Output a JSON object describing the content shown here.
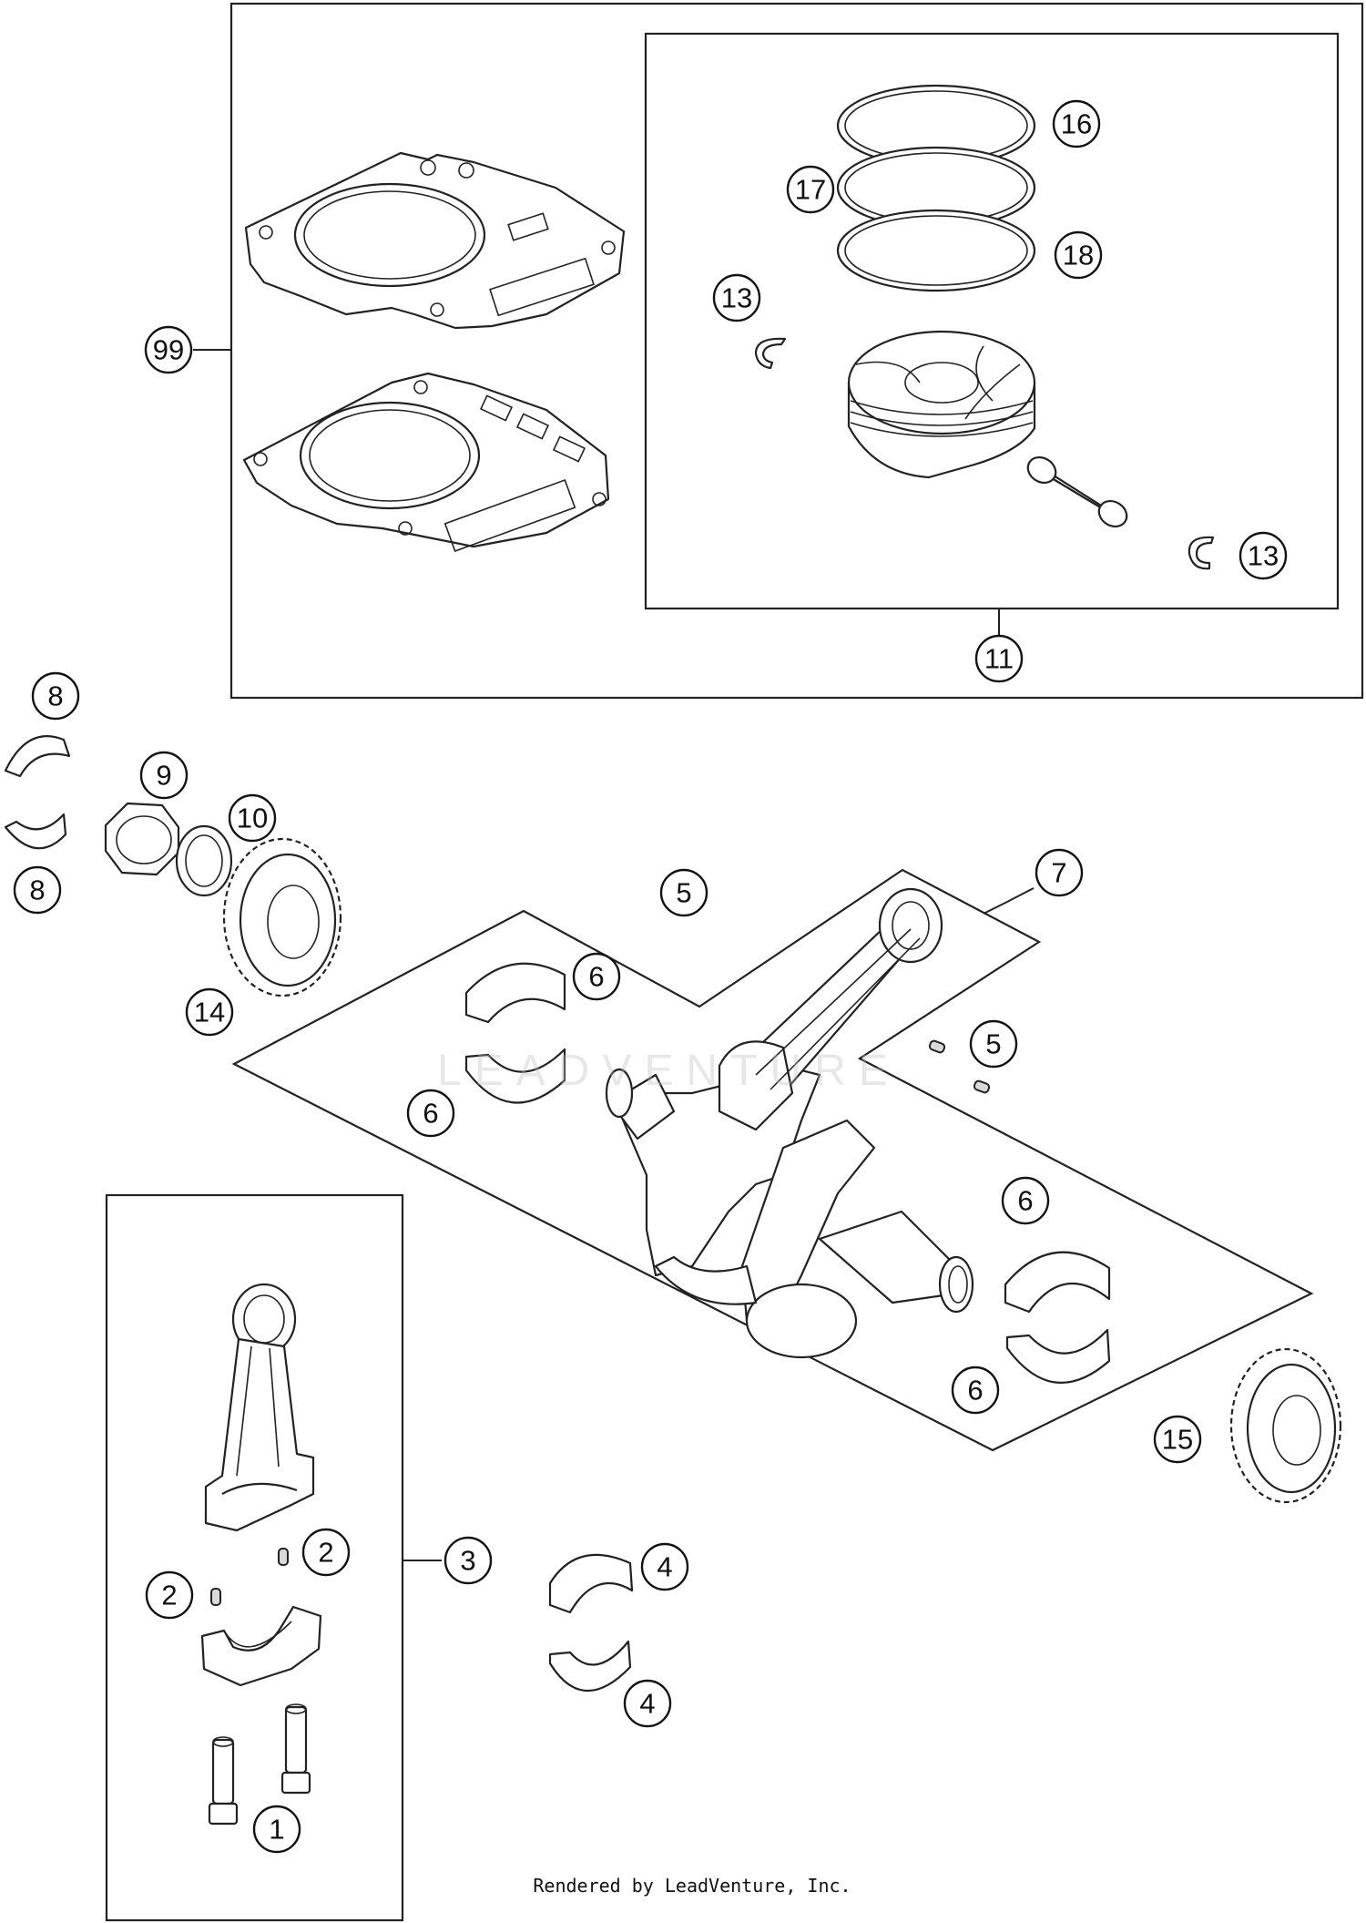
{
  "diagram": {
    "callouts": {
      "c99": "99",
      "c11": "11",
      "c16": "16",
      "c17": "17",
      "c18": "18",
      "c13a": "13",
      "c13b": "13",
      "c8a": "8",
      "c8b": "8",
      "c9": "9",
      "c10": "10",
      "c14": "14",
      "c5a": "5",
      "c5b": "5",
      "c7": "7",
      "c6a": "6",
      "c6b": "6",
      "c6c": "6",
      "c6d": "6",
      "c15": "15",
      "c3": "3",
      "c2a": "2",
      "c2b": "2",
      "c4a": "4",
      "c4b": "4",
      "c1": "1"
    },
    "watermark": "LEADVENTURE",
    "credit": "Rendered by LeadVenture, Inc."
  }
}
